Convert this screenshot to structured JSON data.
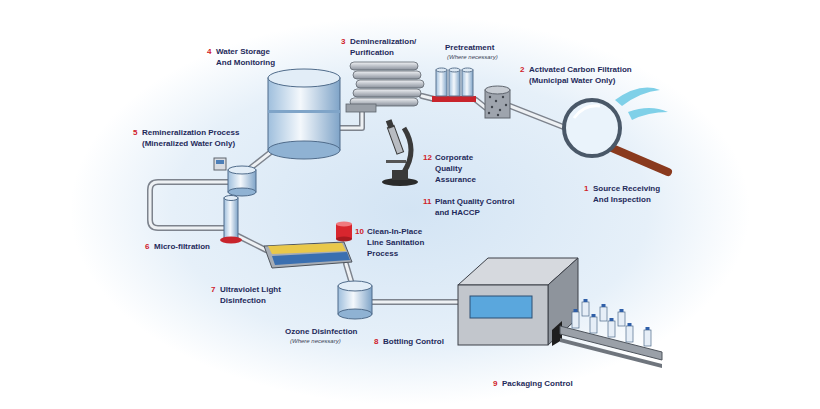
{
  "diagram": {
    "labels": [
      "1",
      "Source Receiving And Inspection",
      "2",
      "Activated Carbon Filtration (Municipal Water Only)",
      "Pretreatment",
      "(Where necessary)",
      "3",
      "Demineralization/ Purification",
      "4",
      "Water Storage And Monitoring",
      "5",
      "Remineralization Process (Mineralized Water Only)",
      "6",
      "Micro-filtration",
      "7",
      "Ultraviolet Light Disinfection",
      "Ozone Disinfection",
      "(Where necessary)",
      "8",
      "Bottling Control",
      "9",
      "Packaging Control",
      "10",
      "Clean-In-Place Line Sanitation Process",
      "11",
      "Plant Quality Control and HACCP",
      "12",
      "Corporate Quality Assurance"
    ]
  }
}
